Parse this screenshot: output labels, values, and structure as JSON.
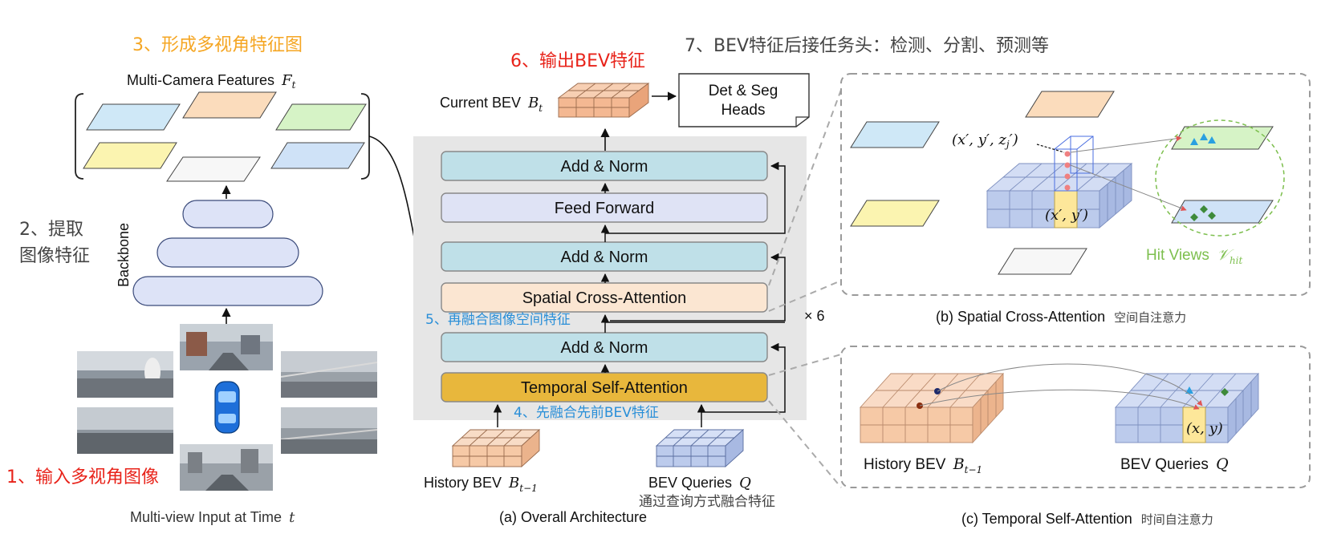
{
  "annotations": {
    "step1": "1、输入多视角图像",
    "step2_line1": "2、提取",
    "step2_line2": "图像特征",
    "step3": "3、形成多视角特征图",
    "step4": "4、先融合先前BEV特征",
    "step5": "5、再融合图像空间特征",
    "step6": "6、输出BEV特征",
    "step7": "7、BEV特征后接任务头：检测、分割、预测等",
    "query_note": "通过查询方式融合特征",
    "spatial_cn": "空间自注意力",
    "temporal_cn": "时间自注意力"
  },
  "left_panel": {
    "features_title": "Multi-Camera Features",
    "features_symbol": "F",
    "features_sub": "t",
    "backbone_label": "Backbone",
    "input_caption": "Multi-view Input at Time",
    "input_symbol": "t"
  },
  "center_panel": {
    "current_bev": "Current BEV",
    "current_bev_symbol": "B",
    "current_bev_sub": "t",
    "heads_line1": "Det & Seg",
    "heads_line2": "Heads",
    "layers": {
      "add_norm_top": "Add & Norm",
      "feed_forward": "Feed Forward",
      "add_norm_mid": "Add & Norm",
      "spatial_cross": "Spatial Cross-Attention",
      "add_norm_bottom": "Add & Norm",
      "temporal_self": "Temporal Self-Attention"
    },
    "repeat": "× 6",
    "history_bev": "History BEV",
    "history_symbol": "B",
    "history_sub": "t−1",
    "bev_queries": "BEV Queries",
    "bev_queries_symbol": "Q",
    "caption": "(a) Overall Architecture"
  },
  "spatial_panel": {
    "point_3d": "(x′, y′, z",
    "point_3d_sub": "j",
    "point_3d_end": "′)",
    "point_2d": "(x′, y′)",
    "hit_views": "Hit Views",
    "hit_symbol": "𝒱",
    "hit_sub": "hit",
    "caption": "(b) Spatial Cross-Attention"
  },
  "temporal_panel": {
    "history_bev": "History BEV",
    "history_symbol": "B",
    "history_sub": "t−1",
    "bev_queries": "BEV Queries",
    "bev_queries_symbol": "Q",
    "point": "(x, y)",
    "caption": "(c) Temporal Self-Attention"
  },
  "colors": {
    "annotation_red": "#e8231a",
    "annotation_orange": "#f5a623",
    "annotation_blue": "#2a8fd8",
    "hit_green": "#7dbf4e",
    "layer_blue": "#bfe0e8",
    "layer_lavender": "#dfe3f5",
    "spatial_fill": "#fbe6d2",
    "temporal_fill": "#e8b73c",
    "bev_orange": "#f4c2a2",
    "bev_blue": "#bccbec"
  }
}
